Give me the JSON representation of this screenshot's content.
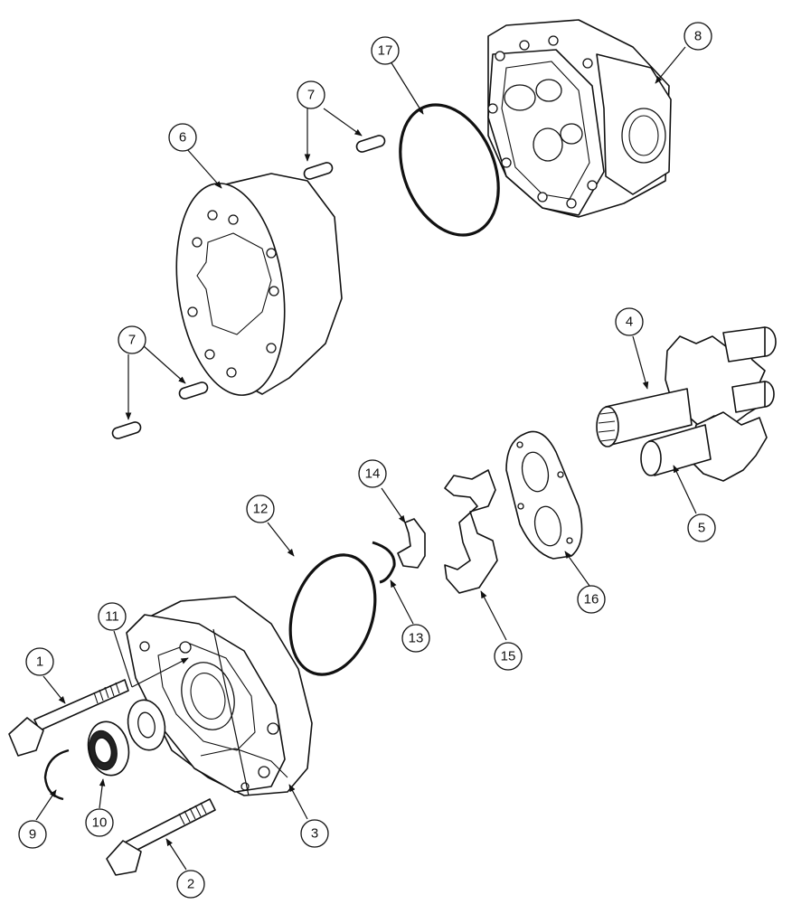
{
  "callouts": [
    {
      "id": "c1",
      "label": "1"
    },
    {
      "id": "c2",
      "label": "2"
    },
    {
      "id": "c3",
      "label": "3"
    },
    {
      "id": "c4",
      "label": "4"
    },
    {
      "id": "c5",
      "label": "5"
    },
    {
      "id": "c6",
      "label": "6"
    },
    {
      "id": "c7a",
      "label": "7"
    },
    {
      "id": "c7b",
      "label": "7"
    },
    {
      "id": "c8",
      "label": "8"
    },
    {
      "id": "c9",
      "label": "9"
    },
    {
      "id": "c10",
      "label": "10"
    },
    {
      "id": "c11",
      "label": "11"
    },
    {
      "id": "c12",
      "label": "12"
    },
    {
      "id": "c13",
      "label": "13"
    },
    {
      "id": "c14",
      "label": "14"
    },
    {
      "id": "c15",
      "label": "15"
    },
    {
      "id": "c16",
      "label": "16"
    },
    {
      "id": "c17",
      "label": "17"
    }
  ],
  "colors": {
    "line": "#111111",
    "background": "#ffffff"
  }
}
